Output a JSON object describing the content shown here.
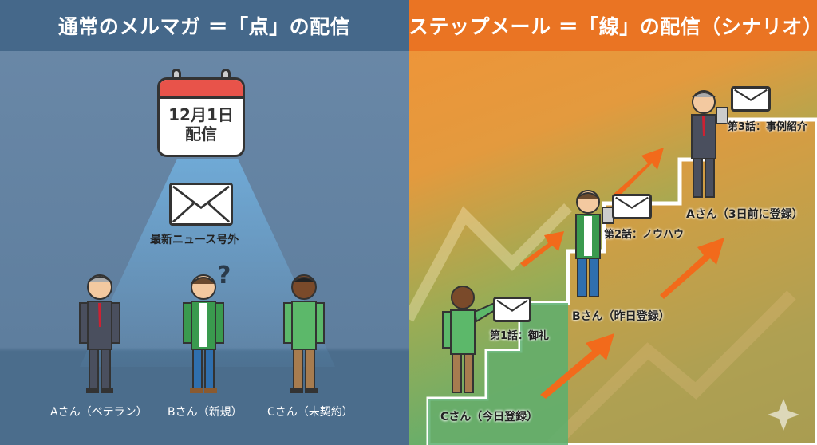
{
  "left_panel": {
    "title": "通常のメルマガ ＝「点」の配信",
    "calendar": {
      "line1": "12月1日",
      "line2": "配信"
    },
    "envelope_label": "最新ニュース号外",
    "question_mark": "?",
    "people": [
      {
        "name": "Aさん（ベテラン）"
      },
      {
        "name": "Bさん（新規）"
      },
      {
        "name": "Cさん（未契約）"
      }
    ]
  },
  "right_panel": {
    "title": "ステップメール ＝「線」の配信（シナリオ）",
    "steps": [
      {
        "email": "第1話：御礼",
        "person": "Cさん（今日登録）"
      },
      {
        "email": "第2話：ノウハウ",
        "person": "Bさん（昨日登録）"
      },
      {
        "email": "第3話：事例紹介",
        "person": "Aさん（3日前に登録）"
      }
    ]
  },
  "colors": {
    "left_header": "#45688a",
    "right_header": "#ea7423",
    "calendar_top": "#e8534a",
    "arrow": "#f26a1b"
  }
}
